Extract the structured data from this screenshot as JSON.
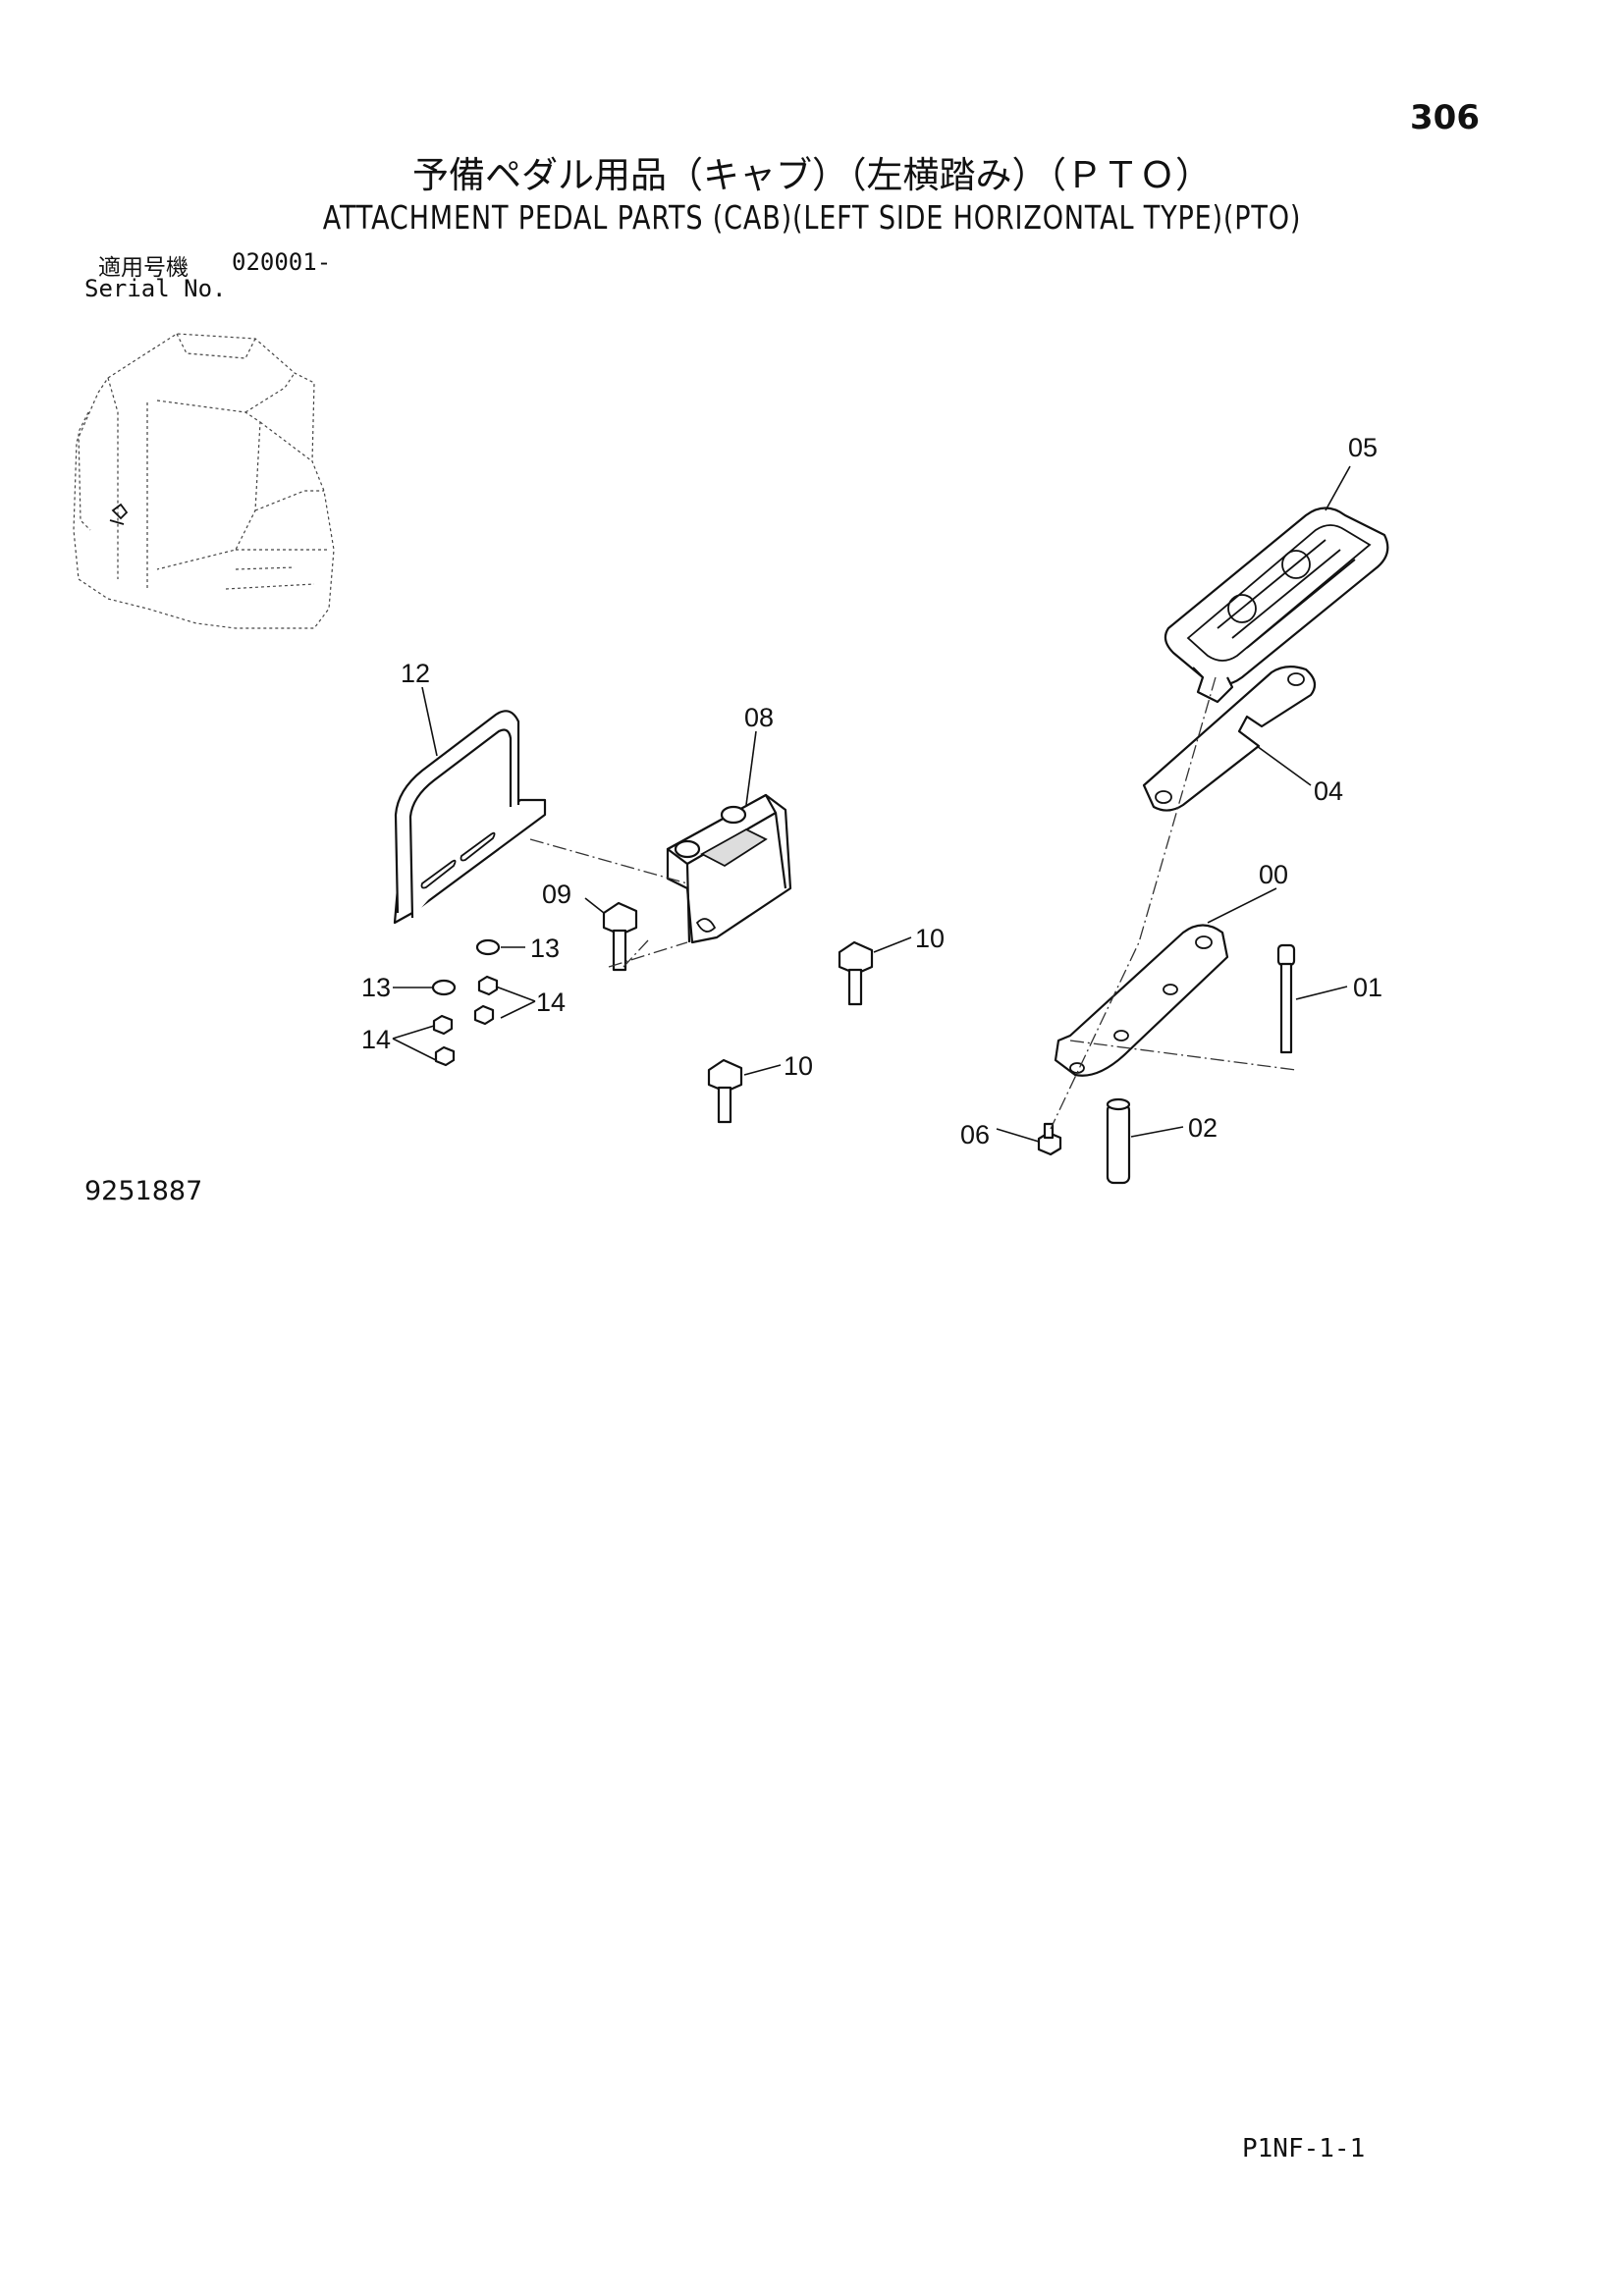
{
  "page_number": "306",
  "title_jp": "予備ペダル用品（キャブ）（左横踏み）（ＰＴＯ）",
  "title_en": "ATTACHMENT PEDAL PARTS (CAB)(LEFT SIDE HORIZONTAL TYPE)(PTO)",
  "serial": {
    "label_jp": "適用号機",
    "range": "020001-",
    "label_en": "Serial No."
  },
  "callouts": {
    "p05": "05",
    "p04": "04",
    "p12": "12",
    "p08": "08",
    "p00": "00",
    "p09": "09",
    "p10a": "10",
    "p10b": "10",
    "p13a": "13",
    "p13b": "13",
    "p14a": "14",
    "p14b": "14",
    "p01": "01",
    "p06": "06",
    "p02": "02"
  },
  "drawing_number": "9251887",
  "sheet_code": "P1NF-1-1"
}
